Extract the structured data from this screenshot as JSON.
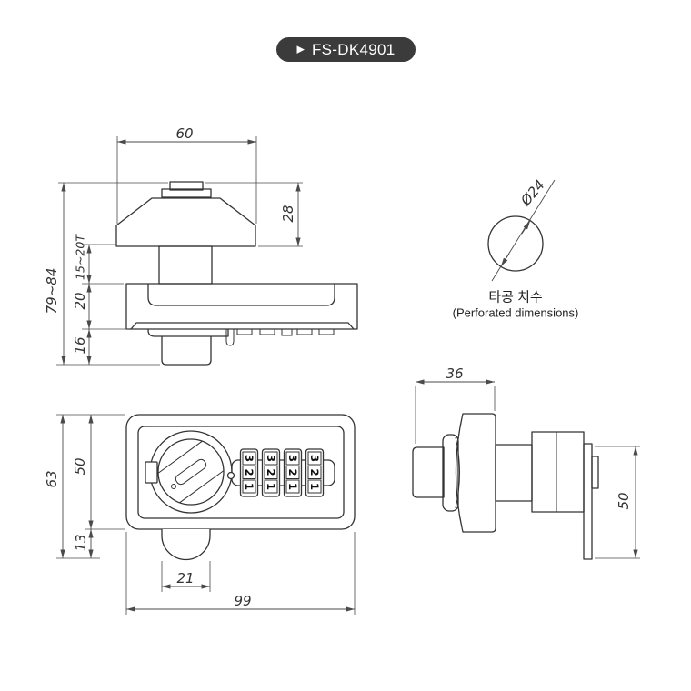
{
  "badge": {
    "icon": "▶",
    "model": "FS-DK4901"
  },
  "colors": {
    "background": "#ffffff",
    "line": "#333333",
    "dimension": "#4a4a4a",
    "badge_background": "#3b3b3b",
    "badge_text": "#ffffff"
  },
  "views": {
    "side_elevation": {
      "dim_head_width": "60",
      "dim_head_height": "28",
      "dim_overall_height": "79~84",
      "dim_door_thickness": "15~20T",
      "dim_body_depth": "20",
      "dim_rear_depth": "16"
    },
    "hole": {
      "dim_diameter": "Ø24",
      "caption_ko": "타공 치수",
      "caption_en": "(Perforated dimensions)"
    },
    "front": {
      "dim_overall_width": "99",
      "dim_overall_height": "63",
      "dim_body_height": "50",
      "dim_latch_drop": "13",
      "dim_latch_width": "21",
      "dial_digits": [
        "3",
        "2",
        "1"
      ]
    },
    "side_profile": {
      "dim_head_depth": "36",
      "dim_plate_height": "50"
    }
  }
}
